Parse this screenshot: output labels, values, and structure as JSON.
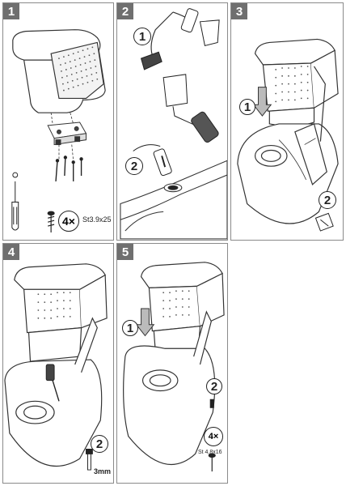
{
  "panels": [
    {
      "number": "1"
    },
    {
      "number": "2"
    },
    {
      "number": "3"
    },
    {
      "number": "4"
    },
    {
      "number": "5"
    }
  ],
  "callouts": {
    "p2_step1": "1",
    "p2_step2": "2",
    "p3_step1": "1",
    "p3_step2": "2",
    "p4_step2": "2",
    "p5_step1": "1",
    "p5_step2": "2"
  },
  "hardware": {
    "p1_qty": "4×",
    "p1_screw_spec": "St3.9x25",
    "p4_drill_size": "3mm",
    "p5_qty": "4×",
    "p5_screw_spec": "St 4,8x16"
  }
}
